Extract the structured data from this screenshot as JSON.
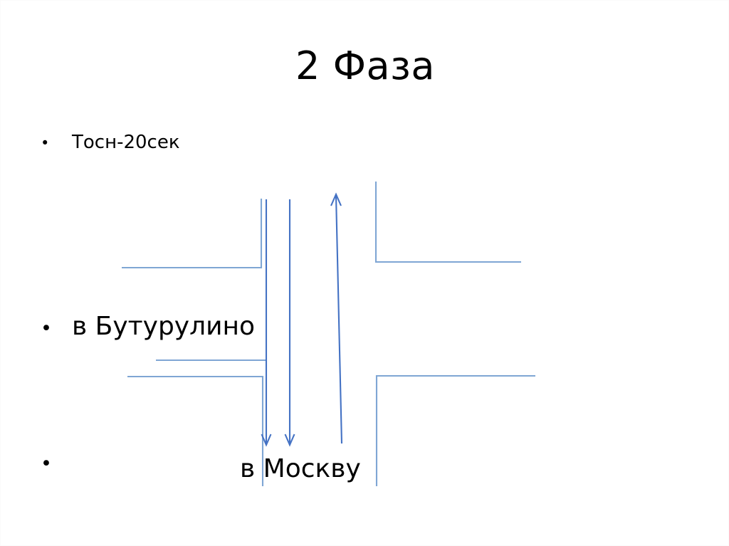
{
  "slide": {
    "title": "2 Фаза",
    "background_color": "#ffffff",
    "text_color": "#000000"
  },
  "bullets": [
    {
      "marker": "•",
      "text": "Тосн-20сек"
    },
    {
      "marker": "•",
      "text": "в Бутурулино"
    },
    {
      "marker": "•",
      "text": ""
    }
  ],
  "diagram": {
    "name": "intersection-phase-diagram",
    "road_line_color": "#7FA6D4",
    "arrow_line_color": "#4472C4",
    "labels": {
      "direction_left": "в Бутурулино",
      "direction_down": "в Москву"
    },
    "lane_arrows": [
      {
        "name": "down-arrow-left",
        "direction": "down"
      },
      {
        "name": "down-arrow-middle",
        "direction": "down"
      },
      {
        "name": "up-arrow-right",
        "direction": "up"
      }
    ],
    "timing": "Тосн-20сек"
  },
  "moskvu_label": "в Москву"
}
